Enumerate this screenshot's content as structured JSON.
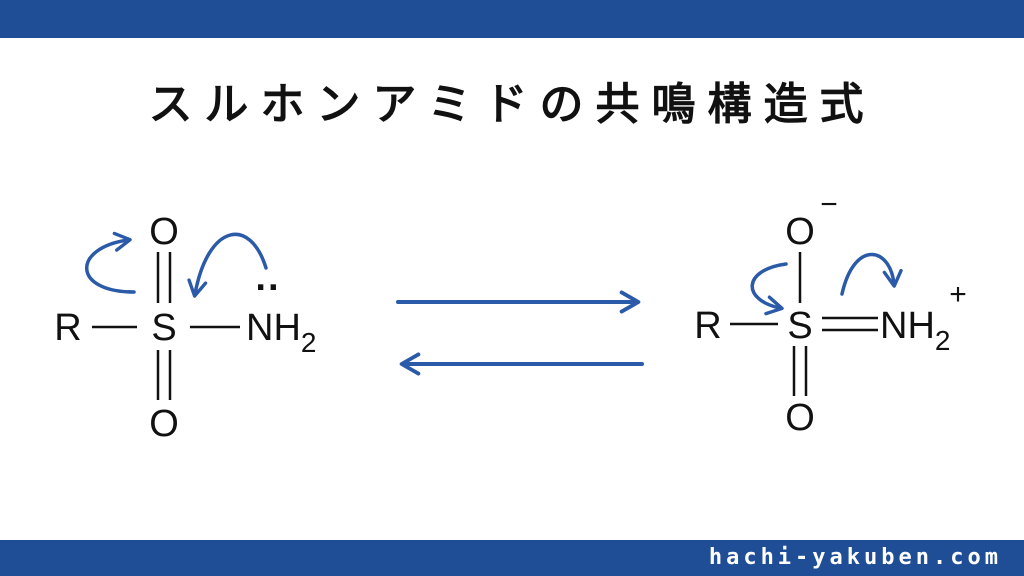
{
  "header": {
    "bar_color": "#1f4e96"
  },
  "title": "スルホンアミドの共鳴構造式",
  "footer": {
    "site": "hachi-yakuben.com"
  },
  "colors": {
    "arrow": "#2a5aa8",
    "bond": "#111111"
  },
  "left_structure": {
    "r": "R",
    "s": "S",
    "o_top": "O",
    "o_bottom": "O",
    "nh": "NH",
    "nh_sub": "2",
    "lone_pair": "··"
  },
  "right_structure": {
    "r": "R",
    "s": "S",
    "o_top": "O",
    "o_top_charge": "−",
    "o_bottom": "O",
    "nh": "NH",
    "nh_sub": "2",
    "nh_charge": "+"
  }
}
